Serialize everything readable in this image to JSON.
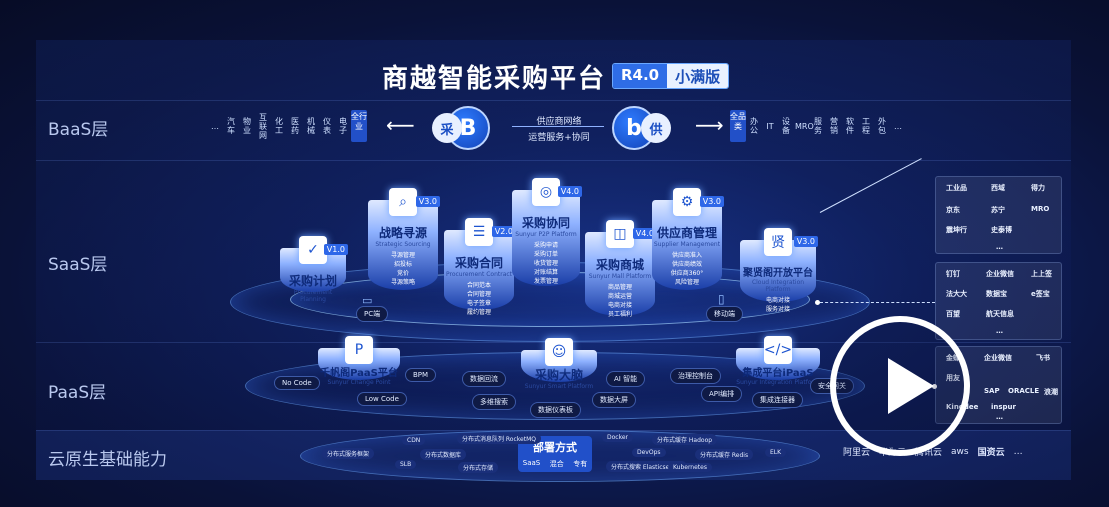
{
  "header": {
    "title": "商越智能采购平台",
    "version": "R4.0",
    "edition": "小满版"
  },
  "layers": {
    "baas": "BaaS层",
    "saas": "SaaS层",
    "paas": "PaaS层",
    "cloud": "云原生基础能力"
  },
  "baas": {
    "left_industries": [
      "…",
      "汽车",
      "物业",
      "互联网",
      "化工",
      "医药",
      "机械",
      "仪表",
      "电子"
    ],
    "left_all": "全行业",
    "buyer_badge": "采",
    "buyer_letter": "B",
    "network_top": "供应商网络",
    "network_bottom": "运营服务+协同",
    "supplier_letter": "b",
    "supplier_badge": "供",
    "right_all": "全品类",
    "right_categories": [
      "办公",
      "IT",
      "设备",
      "MRO",
      "服务",
      "营销",
      "软件",
      "工程",
      "外包",
      "…"
    ]
  },
  "saas": {
    "modules": [
      {
        "name": "采购计划",
        "sub": "Procurement Planning",
        "ver": "V1.0",
        "icon": "check-icon"
      },
      {
        "name": "战略寻源",
        "sub": "Strategic Sourcing",
        "ver": "V3.0",
        "icon": "search-icon",
        "items": [
          "寻源管理",
          "招投标",
          "竞价",
          "寻源策略"
        ]
      },
      {
        "name": "采购合同",
        "sub": "Procurement Contract",
        "ver": "V2.0",
        "icon": "document-icon",
        "items": [
          "合同范本",
          "合同管理",
          "电子签章",
          "履约管理"
        ]
      },
      {
        "name": "采购协同",
        "sub": "Sunyur P2P Platform",
        "ver": "V4.0",
        "icon": "network-icon",
        "items": [
          "采购申请",
          "采购订单",
          "收货管理",
          "对账结算",
          "发票管理"
        ]
      },
      {
        "name": "采购商城",
        "sub": "Sunyur Mall Platform",
        "ver": "V4.0",
        "icon": "bag-icon",
        "items": [
          "商品管理",
          "商城运营",
          "电商对接",
          "员工福利"
        ]
      },
      {
        "name": "供应商管理",
        "sub": "Supplier Management",
        "ver": "V3.0",
        "icon": "gear-icon",
        "items": [
          "供应商准入",
          "供应商绩效",
          "供应商360°",
          "风险管理"
        ]
      },
      {
        "name": "聚贤阁开放平台",
        "sub": "Cloud Integration Platform",
        "ver": "V3.0",
        "icon": "portal-icon",
        "items": [
          "电商对接",
          "服务对接"
        ]
      }
    ],
    "pc_label": "PC端",
    "mobile_label": "移动端"
  },
  "paas": {
    "modules": [
      {
        "name": "千帆阁PaaS平台",
        "sub": "Sunyur Change Point",
        "icon": "p-icon"
      },
      {
        "name": "采购大脑",
        "sub": "Sunyur Smart Platform",
        "icon": "brain-icon"
      },
      {
        "name": "集成平台iPaaS",
        "sub": "Sunyur Integration Platform",
        "icon": "code-icon"
      }
    ],
    "pills": [
      "No Code",
      "Low Code",
      "BPM",
      "数据回流",
      "多维搜索",
      "数据仪表板",
      "AI 智能",
      "数据大屏",
      "治理控制台",
      "API编排",
      "集成连接器",
      "安全网关"
    ]
  },
  "cloud": {
    "center_title": "部署方式",
    "center_items": [
      "SaaS",
      "混合",
      "专有"
    ],
    "pills": [
      "分布式服务框架",
      "CDN",
      "SLB",
      "分布式数据库",
      "分布式消息队列 RocketMQ",
      "分布式存储",
      "Docker",
      "分布式缓存 Hadoop",
      "DevOps",
      "分布式缓存 Redis",
      "分布式搜索 Elasticsearch",
      "Kubernetes",
      "ELK"
    ],
    "providers": [
      "阿里云",
      "华为云",
      "腾讯云",
      "aws",
      "国资云",
      "…"
    ]
  },
  "logos": {
    "ecom": [
      "工业品",
      "西域",
      "得力",
      "京东",
      "苏宁",
      "MRO",
      "震坤行",
      "史泰博",
      "…"
    ],
    "tools": [
      "钉钉",
      "企业微信",
      "上上签",
      "法大大",
      "数据宝",
      "e签宝",
      "百望",
      "航天信息",
      "…"
    ],
    "erp": [
      "金蝶",
      "企业微信",
      "飞书",
      "用友",
      "SAP",
      "ORACLE",
      "浪潮",
      "Kingdee",
      "inspur",
      "…"
    ]
  },
  "colors": {
    "accent": "#2f6de6",
    "bg": "#0a1238",
    "module_top": "#dfe9ff"
  }
}
